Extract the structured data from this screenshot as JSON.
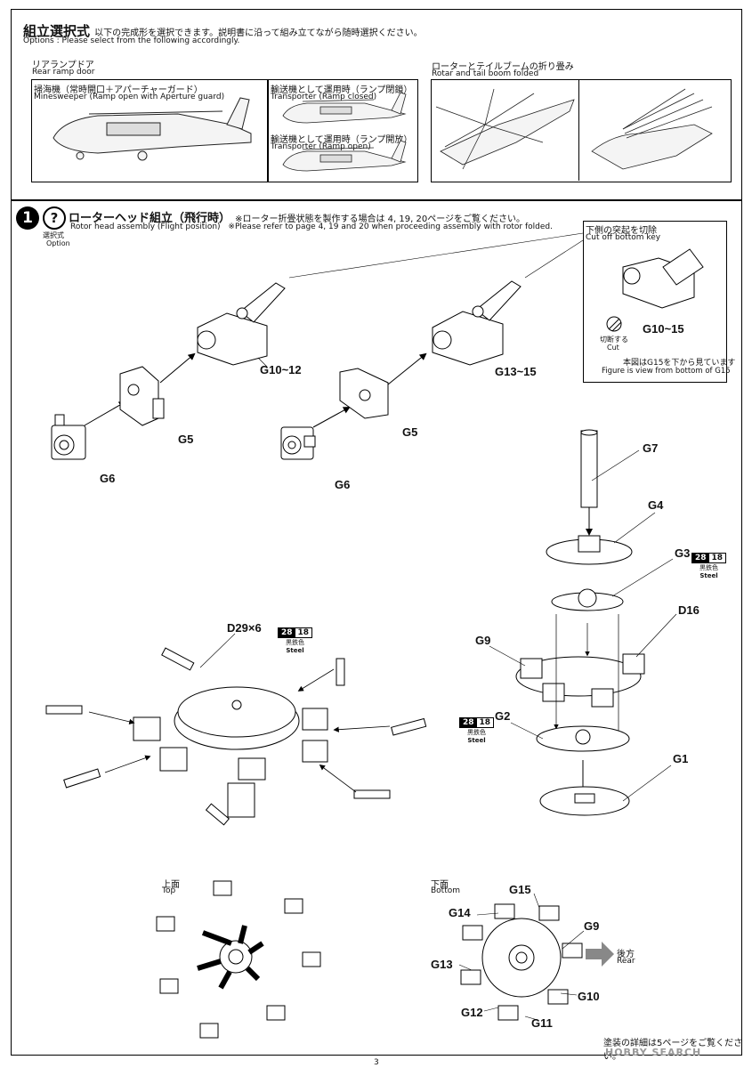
{
  "options": {
    "title": "組立選択式",
    "title_note": "以下の完成形を選択できます。説明書に沿って組み立てながら随時選択ください。",
    "subtitle": "Options : Please select from the following accordingly.",
    "rear_ramp": {
      "jp": "リアランプドア",
      "en": "Rear ramp door"
    },
    "minesweeper": {
      "jp": "掃海機（常時開口＋アパーチャーガード）",
      "en": "Minesweeper (Ramp open with Aperture guard)"
    },
    "transport_closed": {
      "jp": "輸送機として運用時（ランプ閉鎖）",
      "en": "Transporter (Ramp closed)"
    },
    "transport_open": {
      "jp": "輸送機として運用時（ランプ開放）",
      "en": "Transporter (Ramp open)"
    },
    "folded": {
      "jp": "ローターとテイルブームの折り畳み",
      "en": "Rotar and tail boom folded"
    }
  },
  "step": {
    "number": "1",
    "option_mark": "?",
    "option_jp": "選択式",
    "option_en": "Option",
    "title": "ローターヘッド組立（飛行時）",
    "note_jp": "※ローター折畳状態を製作する場合は 4, 19, 20ページをご覧ください。",
    "title_en": "Rotor head assembly (Flight position)",
    "note_en": "※Please refer to page 4, 19 and 20 when proceeding assembly with rotor folded."
  },
  "cut_box": {
    "jp": "下側の突起を切除",
    "en": "Cut off bottom key",
    "cut_jp": "切断する",
    "cut_en": "Cut",
    "part": "G10~15",
    "view_jp": "本図はG15を下から見ています",
    "view_en": "Figure is view from bottom of G15"
  },
  "parts": {
    "g10_12": "G10~12",
    "g13_15": "G13~15",
    "g5a": "G5",
    "g5b": "G5",
    "g6a": "G6",
    "g6b": "G6",
    "g7": "G7",
    "g4": "G4",
    "g3": "G3",
    "d16": "D16",
    "g9": "G9",
    "g2": "G2",
    "g1": "G1",
    "d29": "D29×6"
  },
  "paint": {
    "code1": "28",
    "code2": "18",
    "jp": "黒鉄色",
    "en": "Steel"
  },
  "views": {
    "top_jp": "上面",
    "top_en": "Top",
    "bottom_jp": "下面",
    "bottom_en": "Bottom",
    "rear_jp": "後方",
    "rear_en": "Rear",
    "bottom_labels": [
      "G15",
      "G14",
      "G9",
      "G13",
      "G10",
      "G12",
      "G11"
    ]
  },
  "footer": {
    "note": "塗装の詳細は5ページをご覧ください。",
    "watermark": "HOBBY SEARCH",
    "page": "3"
  }
}
